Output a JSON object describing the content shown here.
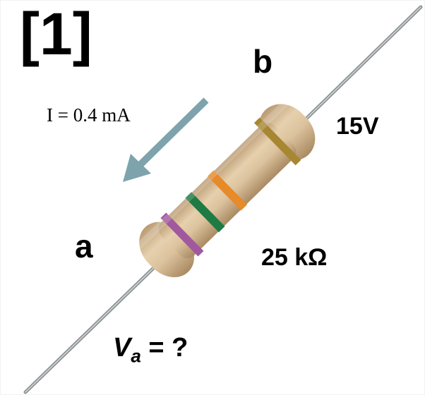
{
  "problem_number": "[1]",
  "node_b_label": "b",
  "node_a_label": "a",
  "current_label": "I = 0.4 mA",
  "voltage_b_label": "15V",
  "resistance_label": "25 kΩ",
  "unknown": {
    "symbol": "V",
    "subscript": "a",
    "suffix": " = ?"
  },
  "resistor": {
    "bands": [
      "gold",
      "orange",
      "green",
      "violet"
    ],
    "colors": {
      "body": "#dcc39e",
      "gold": "#a88733",
      "orange": "#e68a2a",
      "green": "#1f7a44",
      "violet": "#a0589e",
      "lead": "#9aa0a2",
      "arrow": "#7ea3ad"
    }
  }
}
